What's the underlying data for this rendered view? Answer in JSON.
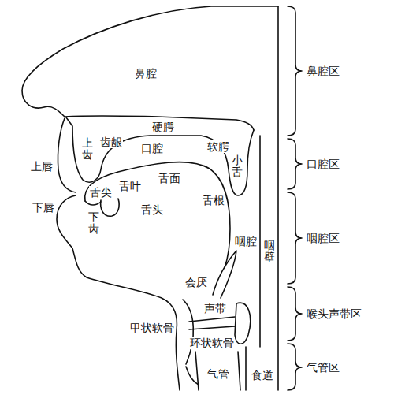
{
  "diagram": {
    "labels": [
      "鼻腔",
      "鼻腔区",
      "硬腭",
      "上齿",
      "齿龈",
      "口腔",
      "软腭",
      "口腔区",
      "上唇",
      "小舌",
      "舌尖",
      "舌叶",
      "舌面",
      "下唇",
      "舌根",
      "下齿",
      "舌头",
      "咽腔区",
      "咽腔",
      "咽壁",
      "会厌",
      "声带",
      "喉头声带区",
      "甲状软骨",
      "环状软骨",
      "气管区",
      "气管",
      "食道"
    ]
  }
}
